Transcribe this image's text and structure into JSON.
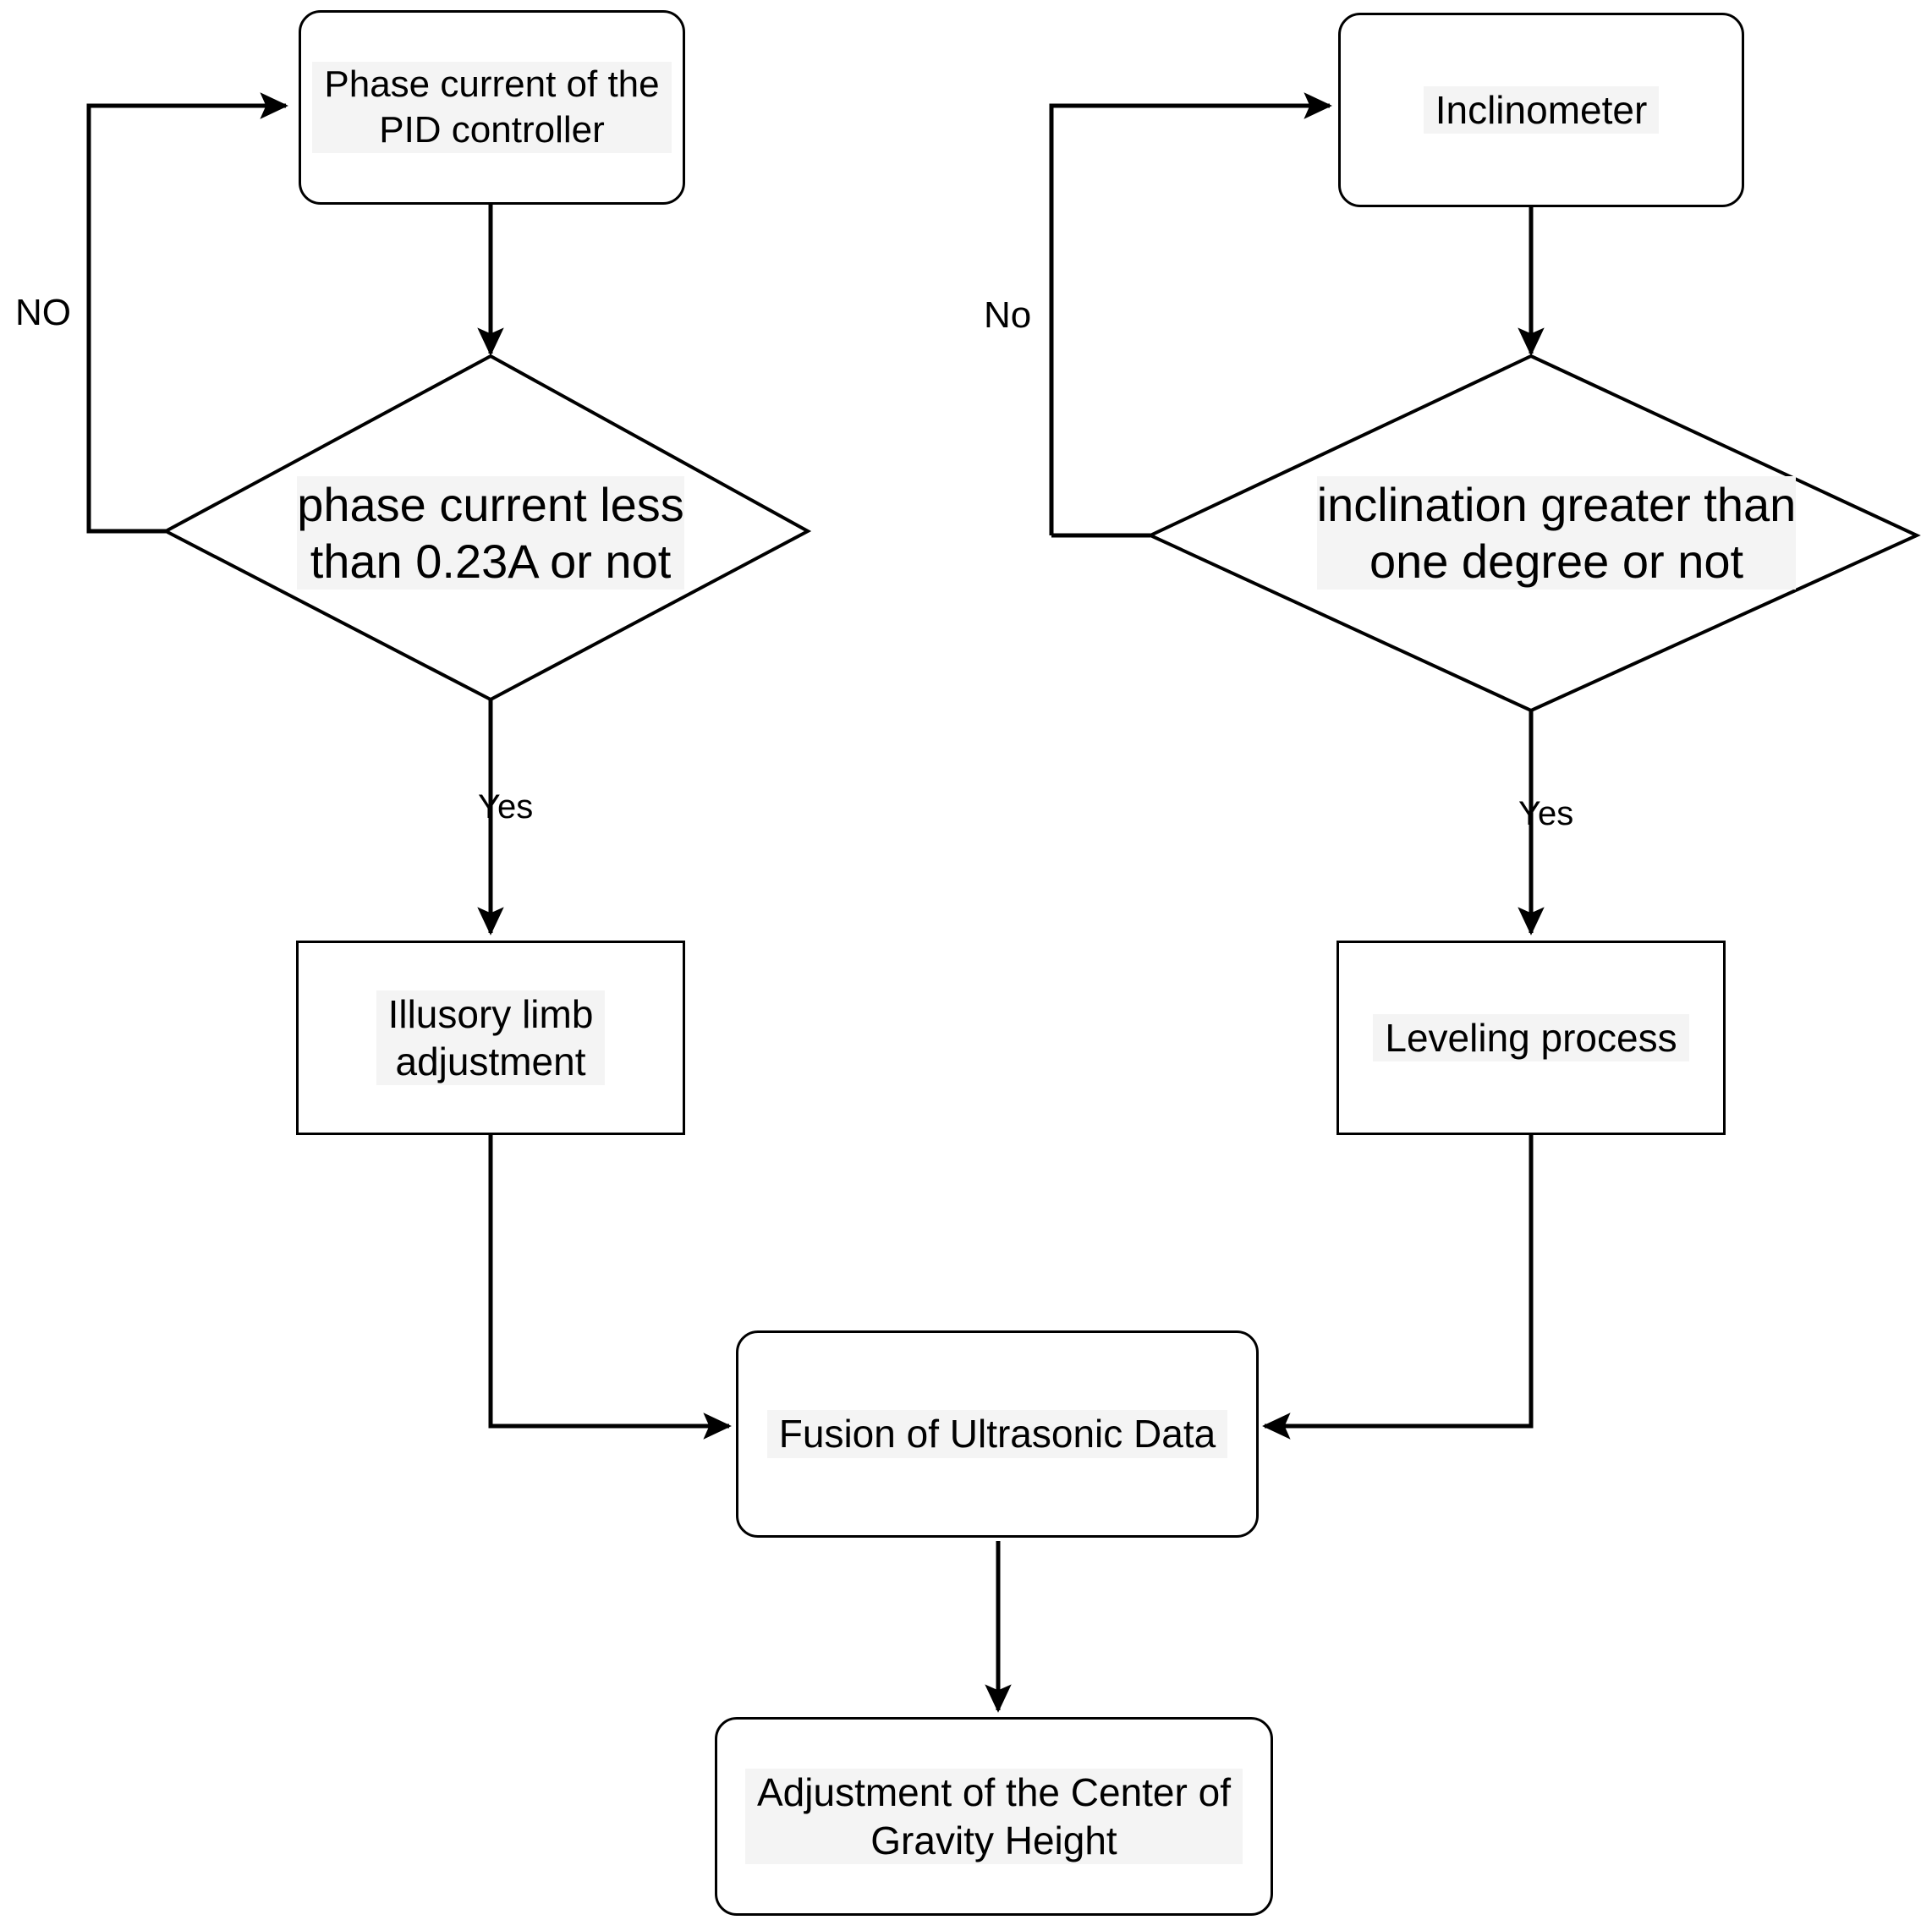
{
  "diagram": {
    "title": "Control flow for limb adjustment and leveling",
    "type": "flowchart",
    "background_color": "#ffffff",
    "line_color": "#000000",
    "text_color": "#000000",
    "text_highlight_color": "#f4f4f4"
  },
  "nodes": {
    "phase_current_source": {
      "label": "Phase current of the\nPID controller",
      "shape": "rounded-rectangle"
    },
    "inclinometer_source": {
      "label": "Inclinometer",
      "shape": "rounded-rectangle"
    },
    "phase_current_decision": {
      "label": "phase current less\nthan 0.23A or not",
      "shape": "diamond"
    },
    "inclination_decision": {
      "label": "inclination greater than\none degree or not",
      "shape": "diamond"
    },
    "illusory_limb": {
      "label": "Illusory limb\nadjustment",
      "shape": "rectangle"
    },
    "leveling_process": {
      "label": "Leveling process",
      "shape": "rectangle"
    },
    "fusion": {
      "label": "Fusion of Ultrasonic Data",
      "shape": "rounded-rectangle"
    },
    "cog_adjustment": {
      "label": "Adjustment of the Center of\nGravity Height",
      "shape": "rounded-rectangle"
    }
  },
  "edge_labels": {
    "left_no": "NO",
    "right_no": "No",
    "left_yes": "Yes",
    "right_yes": "Yes"
  }
}
